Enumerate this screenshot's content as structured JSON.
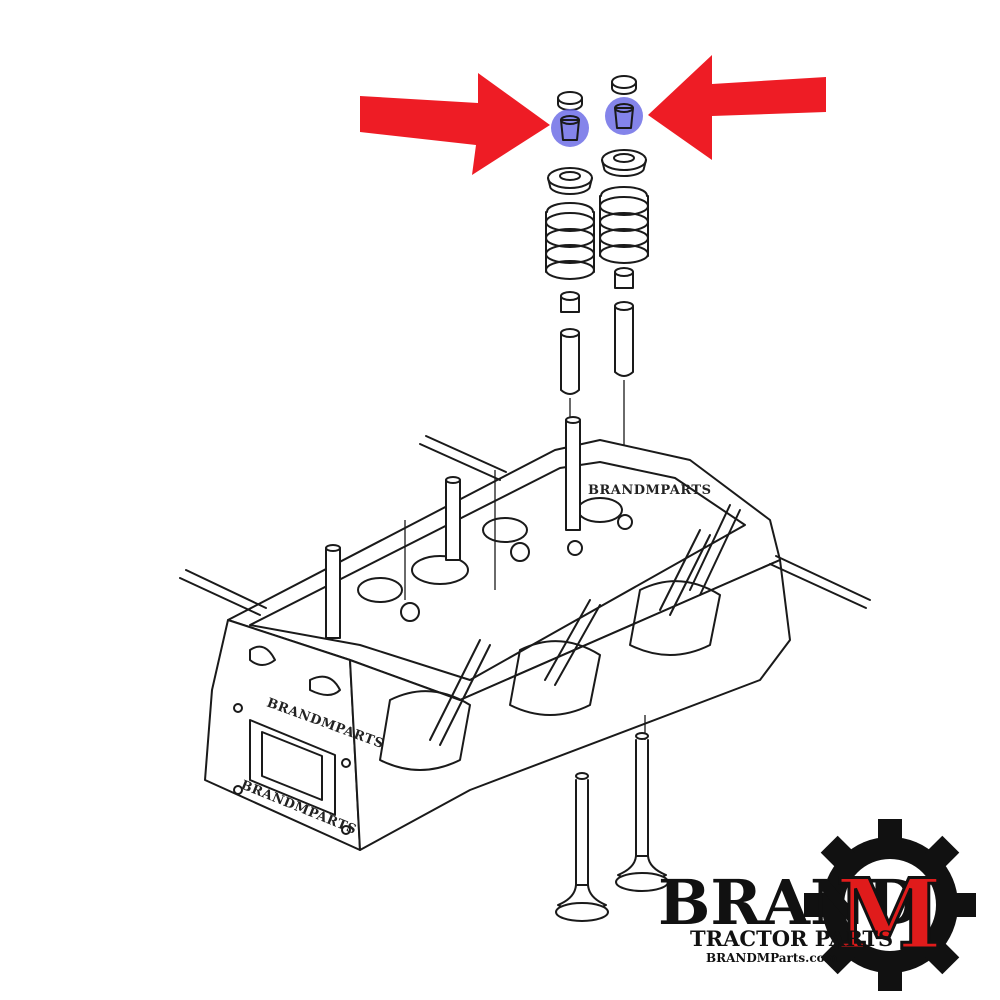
{
  "watermarks": {
    "top": "BRANDMPARTS",
    "middle": "BRANDMPARTS",
    "bottom": "BRANDMPARTS"
  },
  "logo": {
    "word": "BRAND",
    "letter": "M",
    "tagline": "TRACTOR PARTS",
    "url": "BRANDMParts.com"
  },
  "colors": {
    "arrow": "#ee1c25",
    "highlight": "#6f6fe6",
    "logo_accent": "#e01b1b"
  },
  "icons": [
    "gear-icon",
    "arrow-icon"
  ]
}
